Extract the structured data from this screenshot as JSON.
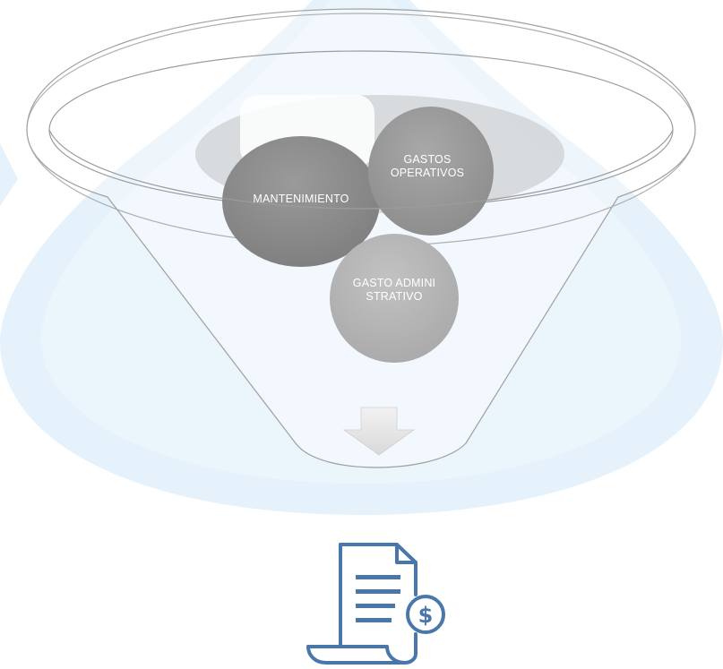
{
  "diagram": {
    "type": "funnel",
    "items": [
      {
        "id": "mantenimiento",
        "label": "MANTENIMIENTO"
      },
      {
        "id": "gastos-operativos",
        "label": "GASTOS OPERATIVOS"
      },
      {
        "id": "gasto-administrativo",
        "label": "GASTO ADMINISTRATIVO"
      }
    ],
    "output_icon": "invoice-dollar-icon",
    "arrow_icon": "down-arrow-icon"
  },
  "colors": {
    "background_drop": "#e6f3fc",
    "ball_dark": "#8c8c8c",
    "ball_medium": "#9a9a9a",
    "ball_light": "#b5b5b5",
    "funnel_stroke": "#9c9c9c",
    "icon_blue": "#4a77aa",
    "label_text": "#ffffff"
  }
}
